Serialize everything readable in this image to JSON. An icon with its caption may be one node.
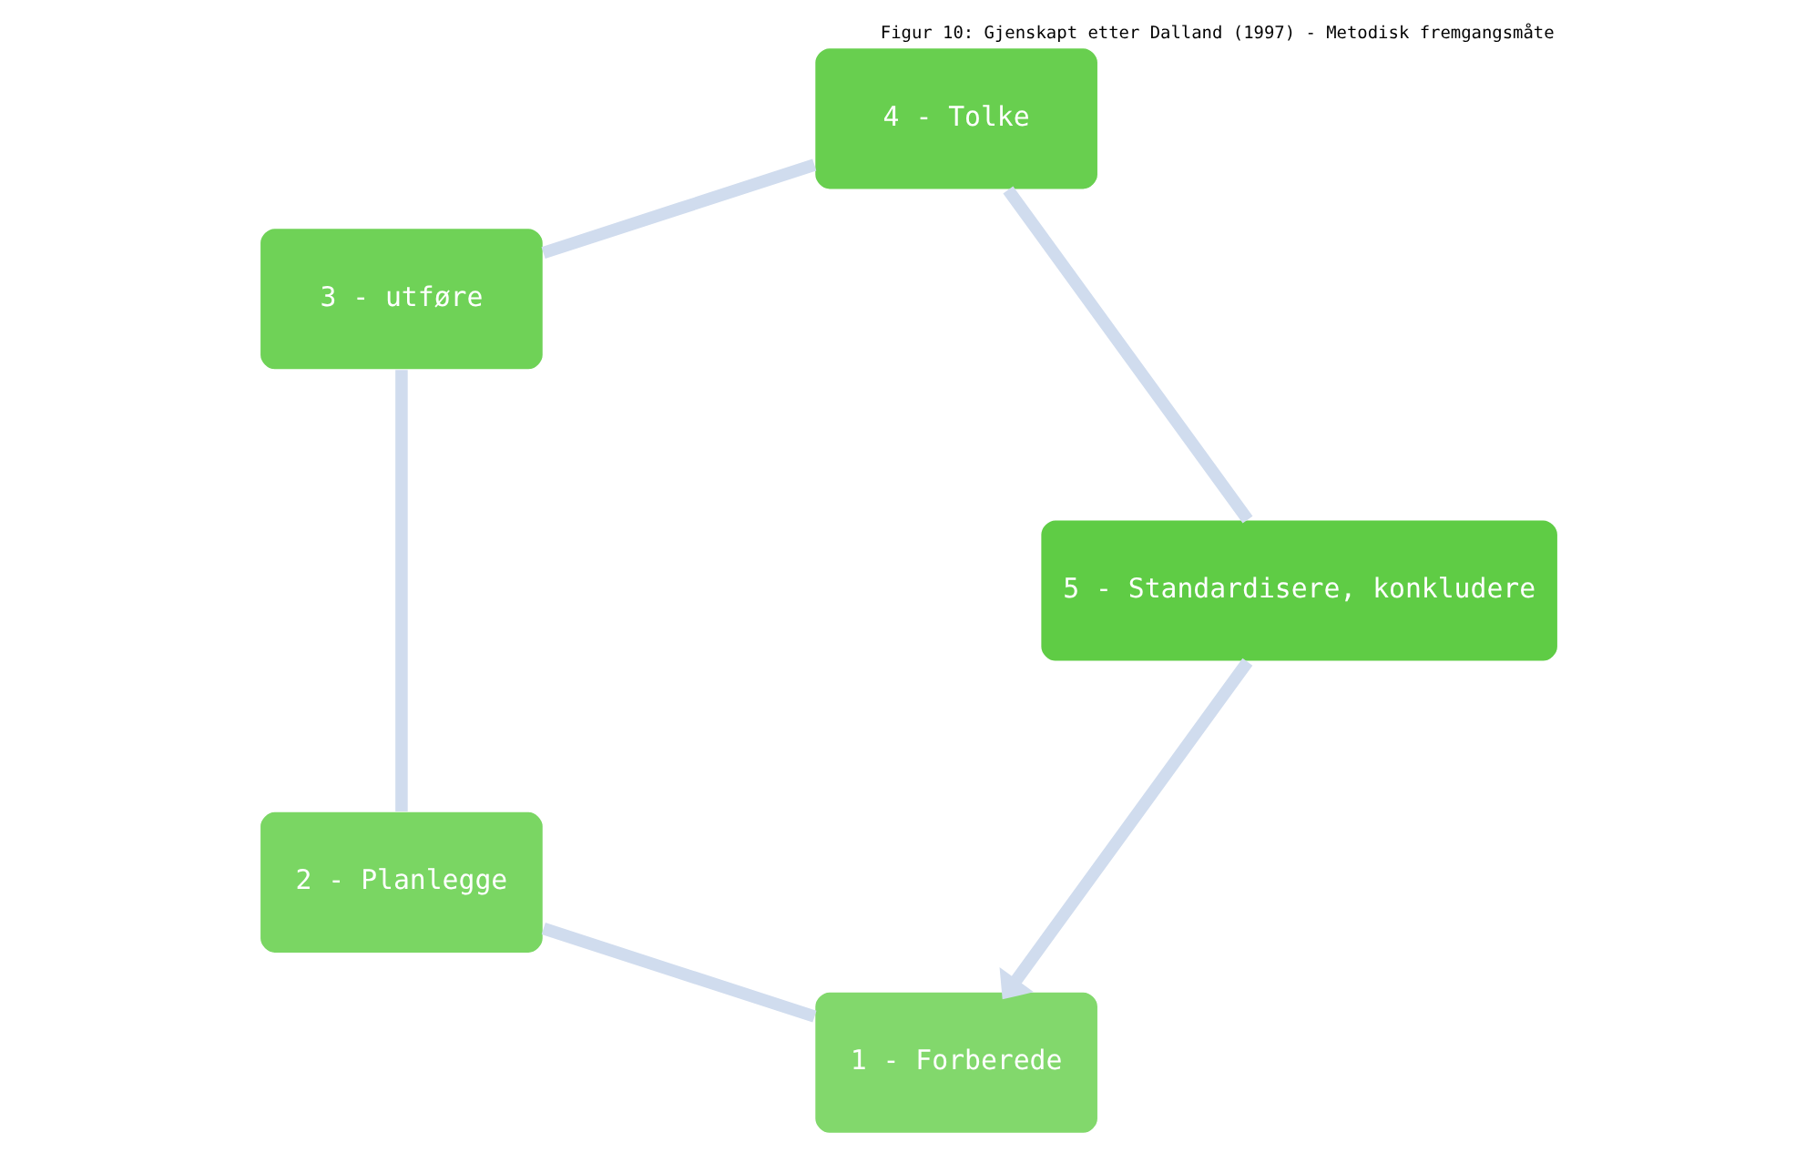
{
  "diagram": {
    "caption": "Figur 10: Gjenskapt etter Dalland (1997) - Metodisk fremgangsmåte",
    "nodes": [
      {
        "text": [
          "1 - Forberede"
        ]
      },
      {
        "text": [
          "2 - Planlegge"
        ]
      },
      {
        "text": [
          "3 - utføre"
        ]
      },
      {
        "text": [
          "4 - Tolke"
        ]
      },
      {
        "text": [
          "5 - Standardisere, konkludere"
        ]
      }
    ],
    "edges": [
      {
        "from": 0,
        "to": 1,
        "arrow": "none"
      },
      {
        "from": 1,
        "to": 2,
        "arrow": "none"
      },
      {
        "from": 2,
        "to": 3,
        "arrow": "none"
      },
      {
        "from": 3,
        "to": 4,
        "arrow": "none"
      },
      {
        "from": 4,
        "to": 0,
        "arrow": "to"
      }
    ]
  }
}
